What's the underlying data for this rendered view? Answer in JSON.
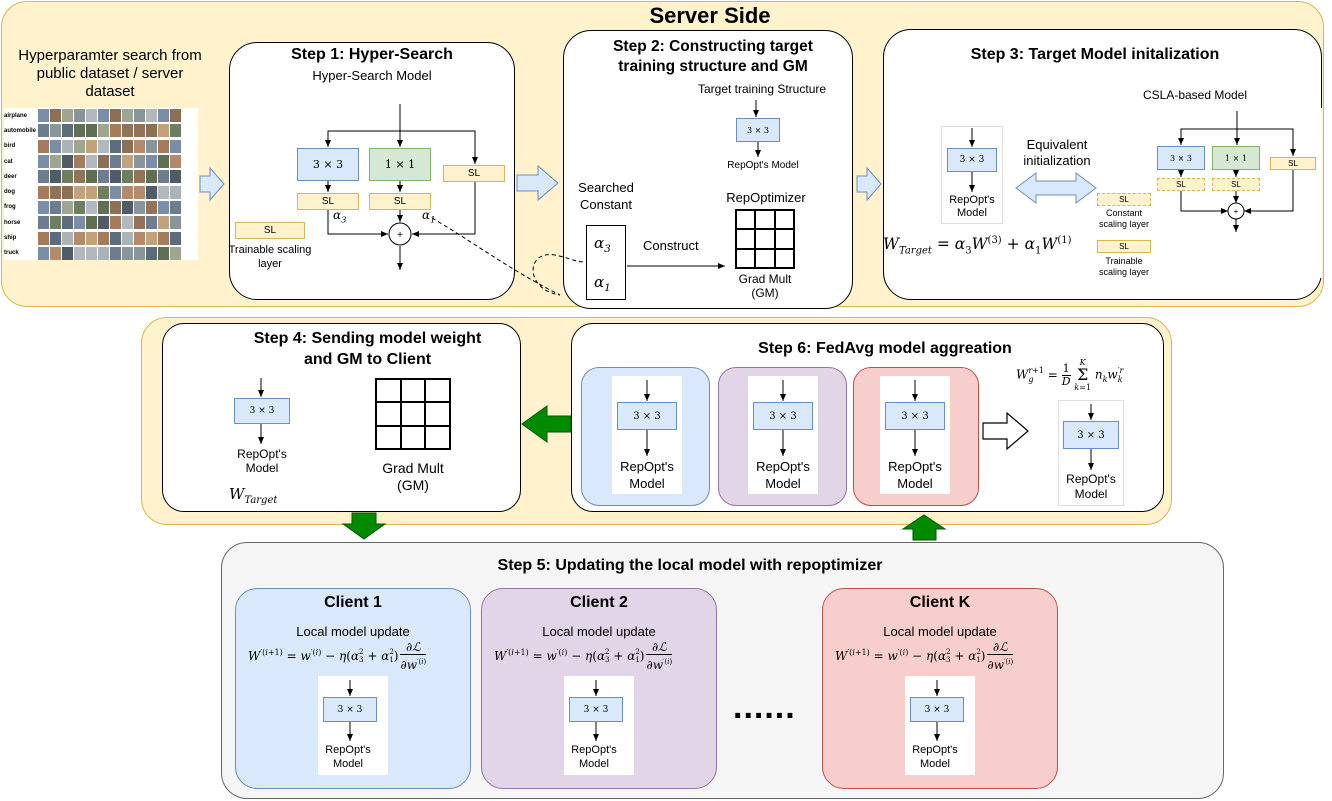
{
  "server": {
    "title": "Server Side",
    "dataset_caption": "Hyperparamter search from public dataset / server dataset",
    "dataset_classes": [
      "airplane",
      "automobile",
      "bird",
      "cat",
      "deer",
      "dog",
      "frog",
      "horse",
      "ship",
      "truck"
    ]
  },
  "step1": {
    "title": "Step 1: Hyper-Search",
    "subtitle": "Hyper-Search Model",
    "conv3": "3 × 3",
    "conv1": "1 × 1",
    "sl": "SL",
    "alpha3": "α3",
    "alpha1": "α1",
    "legend_label": "Trainable scaling layer",
    "plus": "+"
  },
  "step2": {
    "title": "Step 2: Constructing target training structure and GM",
    "target_label": "Target training Structure",
    "conv": "3 × 3",
    "model_label": "RepOpt's Model",
    "searched": "Searched Constant",
    "alpha3": "α3",
    "alpha1": "α1",
    "construct": "Construct",
    "repoptimizer": "RepOptimizer",
    "gm": "Grad Mult (GM)"
  },
  "step3": {
    "title": "Step 3: Target Model initalization",
    "csla": "CSLA-based Model",
    "equiv": "Equivalent initialization",
    "conv3": "3 × 3",
    "conv1": "1 × 1",
    "model_label": "RepOpt's Model",
    "sl": "SL",
    "const_label": "Constant scaling layer",
    "train_label": "Trainable scaling layer",
    "formula": "W_Target = α3W(3) + α1W(1)"
  },
  "step4": {
    "title": "Step 4: Sending model weight and GM to Client",
    "conv": "3 × 3",
    "model_label": "RepOpt's Model",
    "wtarget": "W_Target",
    "gm": "Grad Mult (GM)"
  },
  "step6": {
    "title": "Step 6: FedAvg model aggreation",
    "conv": "3 × 3",
    "model_label": "RepOpt's Model",
    "formula": "W_g^(r+1) = 1/D Σ_(k=1)^K n_k w_k'^r"
  },
  "step5": {
    "title": "Step 5: Updating the local model with repoptimizer",
    "dots": "......",
    "clients": [
      {
        "name": "Client 1",
        "color": "#dae8fc"
      },
      {
        "name": "Client 2",
        "color": "#e1d5e7"
      },
      {
        "name": "Client K",
        "color": "#f8cecc"
      }
    ],
    "update_label": "Local model update",
    "conv": "3 × 3",
    "model_label": "RepOpt's Model"
  },
  "colors": {
    "server_bg": "#fff2cc",
    "server_border": "#d6b656",
    "client_area_bg": "#f5f5f5",
    "arrow_green": "#008a00",
    "block_arrow_blue": "#dae8fc"
  }
}
